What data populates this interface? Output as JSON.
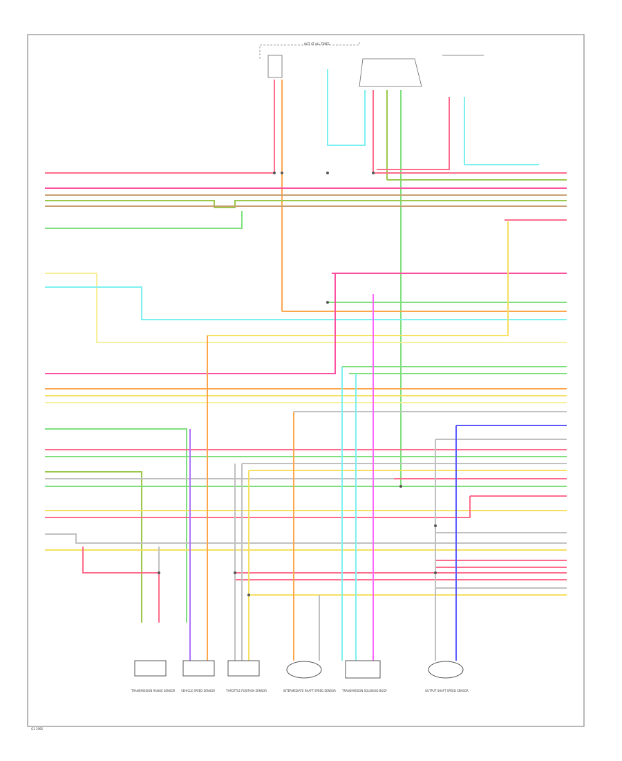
{
  "footer": {
    "ref": "G1 1966"
  },
  "top_fuse": {
    "label": "HOT AT ALL TIMES"
  },
  "colors": {
    "red": "#ff6b8a",
    "pink": "#ff4fa0",
    "orange": "#ffa64d",
    "yellow": "#f5e060",
    "lightyellow": "#f7ef9a",
    "cyan": "#7cf0f0",
    "green": "#7de07d",
    "darkgreen": "#9ac84a",
    "brown": "#c8a070",
    "violet": "#b070ff",
    "blue": "#5a5aff",
    "gray": "#c0c0c0",
    "magenta": "#ff66ff",
    "frame": "#888888"
  },
  "components": [
    {
      "id": "c1",
      "label": "TRANSMISSION RANGE SENSOR"
    },
    {
      "id": "c2",
      "label": "VEHICLE SPEED SENSOR"
    },
    {
      "id": "c3",
      "label": "THROTTLE POSITION SENSOR"
    },
    {
      "id": "c4",
      "label": "INTERMEDIATE SHAFT SPEED SENSOR"
    },
    {
      "id": "c5",
      "label": "TRANSMISSION SOLENOID BODY"
    },
    {
      "id": "c6",
      "label": "OUTPUT SHAFT SPEED SENSOR"
    }
  ]
}
